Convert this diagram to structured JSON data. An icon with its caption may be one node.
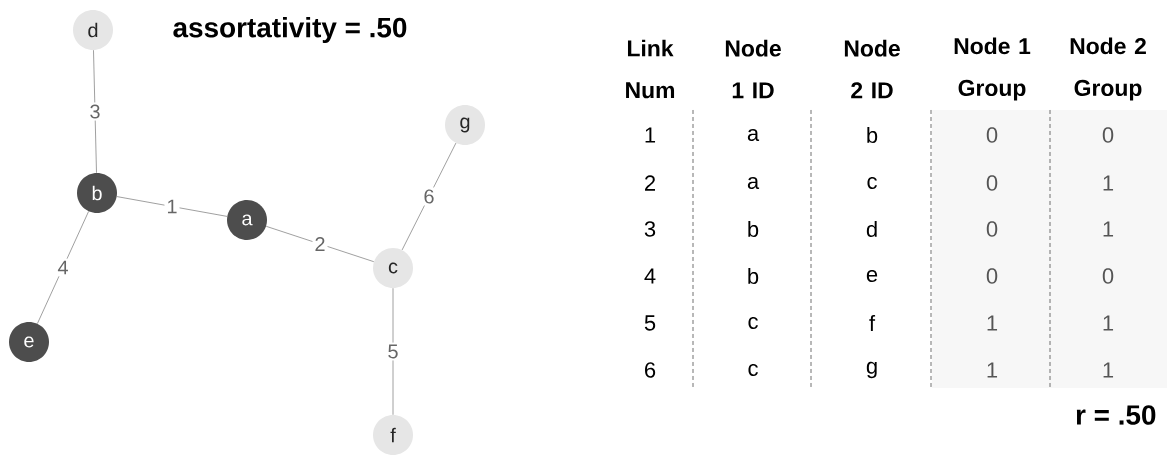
{
  "diagram": {
    "title": "assortativity = .50",
    "nodes": [
      {
        "text": [
          "d"
        ]
      },
      {
        "text": [
          "g"
        ]
      },
      {
        "text": [
          "b"
        ]
      },
      {
        "text": [
          "a"
        ]
      },
      {
        "text": [
          "c"
        ]
      },
      {
        "text": [
          "e"
        ]
      },
      {
        "text": [
          "f"
        ]
      }
    ],
    "edges": [
      {
        "from": 2,
        "to": 3,
        "arrow": "none",
        "label": "1"
      },
      {
        "from": 3,
        "to": 4,
        "arrow": "none",
        "label": "2"
      },
      {
        "from": 2,
        "to": 0,
        "arrow": "none",
        "label": "3"
      },
      {
        "from": 2,
        "to": 5,
        "arrow": "none",
        "label": "4"
      },
      {
        "from": 4,
        "to": 6,
        "arrow": "none",
        "label": "5"
      },
      {
        "from": 4,
        "to": 1,
        "arrow": "none",
        "label": "6"
      }
    ],
    "labels": [
      "Link Num",
      "Node 1 ID",
      "Node 2 ID",
      "Node 1 Group",
      "Node 2 Group",
      "1",
      "a",
      "b",
      "0",
      "0",
      "2",
      "a",
      "c",
      "0",
      "1",
      "3",
      "b",
      "d",
      "0",
      "1",
      "4",
      "b",
      "e",
      "0",
      "0",
      "5",
      "c",
      "f",
      "1",
      "1",
      "6",
      "c",
      "g",
      "1",
      "1",
      "r = .50"
    ]
  }
}
